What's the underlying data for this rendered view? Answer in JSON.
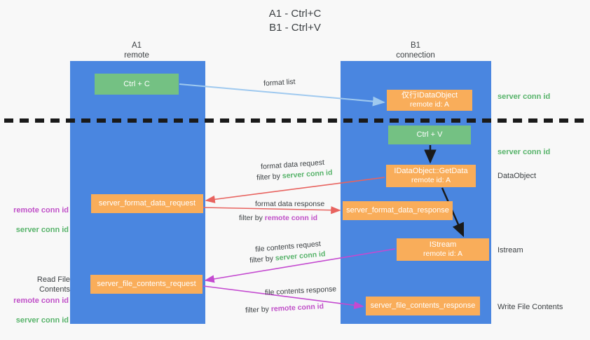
{
  "title": "A1 - Ctrl+C\nB1 - Ctrl+V",
  "columns": {
    "left": {
      "name": "A1",
      "role": "remote",
      "header": "A1\nremote"
    },
    "right": {
      "name": "B1",
      "role": "connection",
      "header": "B1\nconnection"
    }
  },
  "colors": {
    "lane": "#4a86e0",
    "green_box": "#74c183",
    "orange_box": "#f9ad5a",
    "server_conn_id": "#57b36a",
    "remote_conn_id": "#c050c8",
    "format_list_arrow": "#9fc9ef",
    "format_data_arrow": "#e8635f",
    "file_contents_arrow": "#c44ad0",
    "inner_arrow": "#1a1a1a",
    "divider": "#1a1a1a",
    "background": "#f8f8f8"
  },
  "boxes": {
    "ctrl_c": "Ctrl + C",
    "ctrl_v": "Ctrl + V",
    "idataobject_remote": {
      "line1": "仅行IDataObject",
      "line2": "remote id: A"
    },
    "getdata": {
      "line1": "IDataObject::GetData",
      "line2": "remote id: A"
    },
    "istream": {
      "line1": "IStream",
      "line2": "remote id: A"
    },
    "server_format_data_request": "server_format_data_request",
    "server_format_data_response": "server_format_data_response",
    "server_file_contents_request": "server_file_contents_request",
    "server_file_contents_response": "server_file_contents_response"
  },
  "edge_labels": {
    "format_list": "format list",
    "format_data_request": "format data request",
    "format_data_request_filter_prefix": "filter by ",
    "format_data_request_filter_key": "server conn id",
    "format_data_response": "format data response",
    "format_data_response_filter_prefix": "filter by ",
    "format_data_response_filter_key": "remote conn id",
    "file_contents_request": "file contents request",
    "file_contents_request_filter_prefix": "filter by ",
    "file_contents_request_filter_key": "server conn id",
    "file_contents_response": "file contents response",
    "file_contents_response_filter_prefix": "filter by ",
    "file_contents_response_filter_key": "remote conn id"
  },
  "annotations": {
    "server_conn_id_top": "server conn id",
    "server_conn_id_mid": "server conn id",
    "dataobject": "DataObject",
    "istream": "Istream",
    "write_file_contents": "Write File Contents",
    "read_file_contents": "Read File Contents",
    "remote_conn_id": "remote conn id",
    "server_conn_id": "server conn id"
  }
}
